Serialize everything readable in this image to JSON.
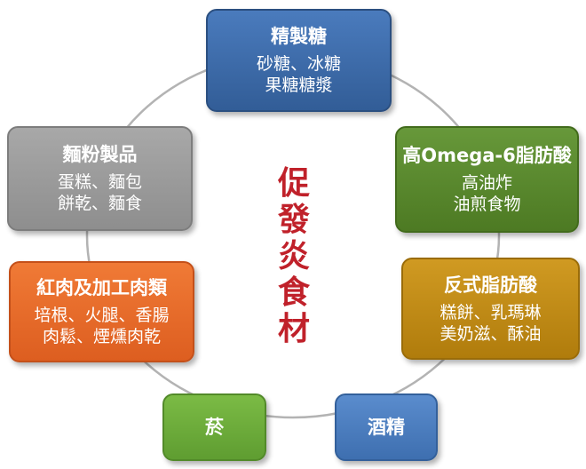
{
  "center_title": [
    "促",
    "發",
    "炎",
    "食",
    "材"
  ],
  "colors": {
    "ring": "#b3b3b3",
    "title": "#c0212a",
    "blue": "#3d6aa8",
    "green": "#5b8a2c",
    "gold": "#c18a14",
    "light_blue": "#4a7dc0",
    "light_green": "#6cab3a",
    "orange": "#e66b2a",
    "gray": "#9a9a9a"
  },
  "cards": {
    "refined_sugar": {
      "title": "精製糖",
      "lines": [
        "砂糖、冰糖",
        "果糖糖漿"
      ]
    },
    "omega6": {
      "title": "高Omega-6脂肪酸",
      "lines": [
        "高油炸",
        "油煎食物"
      ]
    },
    "trans_fat": {
      "title": "反式脂肪酸",
      "lines": [
        "糕餅、乳瑪琳",
        "美奶滋、酥油"
      ]
    },
    "alcohol": {
      "title": "酒精"
    },
    "tobacco": {
      "title": "菸"
    },
    "red_meat": {
      "title": "紅肉及加工肉類",
      "lines": [
        "培根、火腿、香腸",
        "肉鬆、煙燻肉乾"
      ]
    },
    "flour": {
      "title": "麵粉製品",
      "lines": [
        "蛋糕、麵包",
        "餅乾、麵食"
      ]
    }
  }
}
